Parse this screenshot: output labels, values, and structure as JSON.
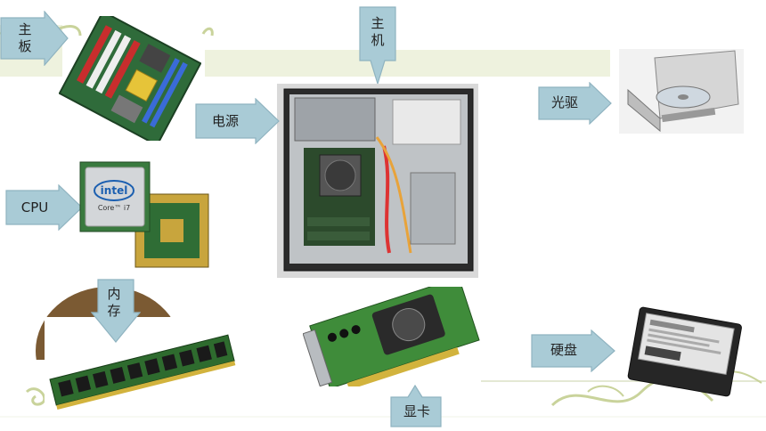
{
  "labels": {
    "mainboard": "主\n板",
    "host": "主\n机",
    "power": "电源",
    "cpu": "CPU",
    "memory": "内\n存",
    "optical": "光驱",
    "gpu": "显卡",
    "hdd": "硬盘"
  },
  "colors": {
    "arrow_fill": "#a9cbd6",
    "arrow_stroke": "#8fb3c0",
    "band": "#eef2de",
    "swirl": "#c9d39b"
  }
}
